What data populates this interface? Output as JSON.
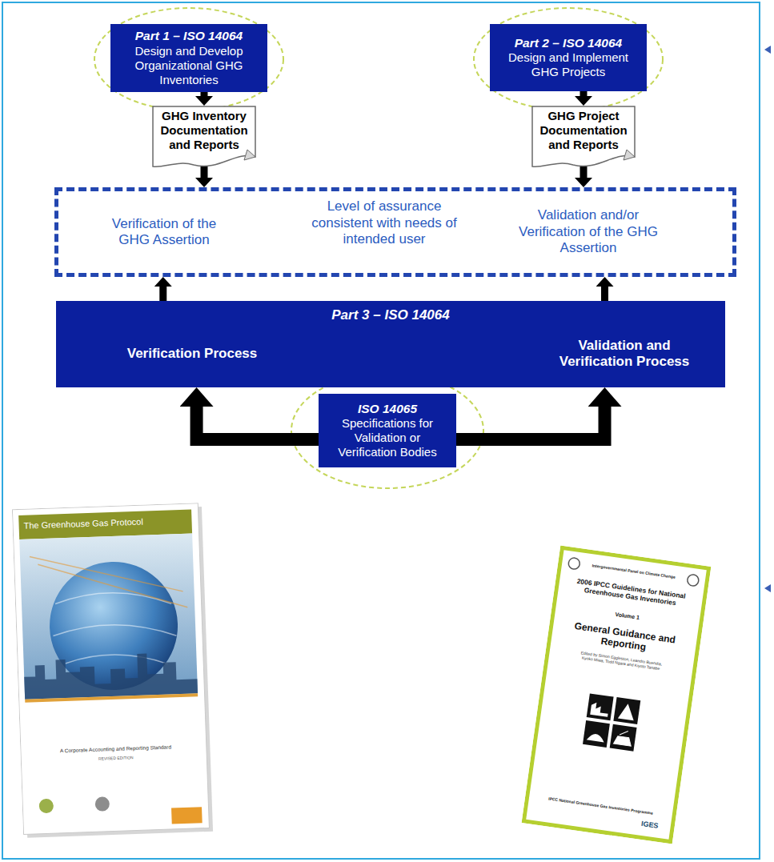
{
  "diagram": {
    "nodes": [
      {
        "text": [
          "Part 1 – ISO 14064",
          "Design and Develop Organizational GHG Inventories"
        ]
      },
      {
        "text": [
          "Part 2 – ISO 14064",
          "Design and Implement GHG Projects"
        ]
      },
      {
        "text": [
          "GHG Inventory Documentation and Reports"
        ]
      },
      {
        "text": [
          "GHG Project Documentation and Reports"
        ]
      },
      {
        "text": [
          "Verification of the GHG Assertion",
          "Level of assurance consistent with needs of intended user",
          "Validation and/or Verification of the GHG Assertion"
        ]
      },
      {
        "text": [
          "Part 3 – ISO 14064",
          "Verification Process",
          "Validation and Verification Process"
        ]
      },
      {
        "text": [
          "ISO 14065",
          "Specifications for Validation or Verification Bodies"
        ]
      }
    ],
    "edges": [
      {
        "from": 0,
        "to": 2,
        "arrow": "to"
      },
      {
        "from": 1,
        "to": 3,
        "arrow": "to"
      },
      {
        "from": 2,
        "to": 4,
        "arrow": "to"
      },
      {
        "from": 3,
        "to": 4,
        "arrow": "to"
      },
      {
        "from": 5,
        "to": 4,
        "arrow": "to"
      },
      {
        "from": 5,
        "to": 4,
        "arrow": "to"
      },
      {
        "from": 6,
        "to": 5,
        "arrow": "to"
      },
      {
        "from": 6,
        "to": 5,
        "arrow": "to"
      }
    ],
    "labels": [
      "The Greenhouse Gas Protocol",
      "A Corporate Accounting and Reporting Standard",
      "REVISED EDITION",
      "Intergovernmental Panel on Climate Change",
      "2006 IPCC Guidelines for National Greenhouse Gas Inventories",
      "Volume 1",
      "General Guidance and Reporting",
      "Edited by Simon Eggleston, Leandro Buendia, Kyoko Miwa, Todd Ngara and Kiyoto Tanabe",
      "IPCC National Greenhouse Gas Inventories Programme",
      "IGES"
    ]
  }
}
